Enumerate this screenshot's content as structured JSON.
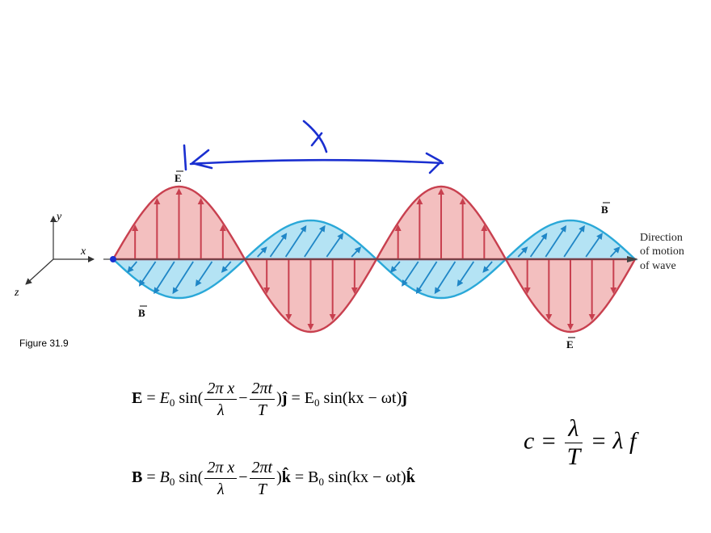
{
  "figure": {
    "caption": "Figure 31.9",
    "axes": {
      "y": "y",
      "x": "x",
      "z": "z"
    },
    "labels": {
      "E_top": "E",
      "B_right": "B",
      "B_bottom": "B",
      "E_bottom": "E",
      "direction": [
        "Direction",
        "of motion",
        "of wave"
      ]
    },
    "annotation": {
      "symbol": "λ",
      "color": "#1a2fd0"
    },
    "colors": {
      "E_fill": "#f2bcbc",
      "E_stroke": "#c8404f",
      "B_fill": "#b4e3f4",
      "B_stroke": "#2aa8d8",
      "B_arrow": "#1f86c6"
    }
  },
  "equations": {
    "E": {
      "lhs": "E",
      "amp": "E",
      "amp_sub": "0",
      "sin": "sin(",
      "num1": "2π x",
      "den1": "λ",
      "minus": "−",
      "num2": "2πt",
      "den2": "T",
      "close": ")",
      "unit": "ĵ",
      "eq2": "= E",
      "sub2": "0",
      "rest": "sin(kx − ωt)",
      "unit2": "ĵ"
    },
    "B": {
      "lhs": "B",
      "amp": "B",
      "amp_sub": "0",
      "sin": "sin(",
      "num1": "2π x",
      "den1": "λ",
      "minus": "−",
      "num2": "2πt",
      "den2": "T",
      "close": ")",
      "unit": "k̂",
      "eq2": "= B",
      "sub2": "0",
      "rest": "sin(kx − ωt)",
      "unit2": "k̂"
    },
    "speed": {
      "lhs": "c =",
      "num": "λ",
      "den": "T",
      "rhs": "= λ f"
    }
  }
}
